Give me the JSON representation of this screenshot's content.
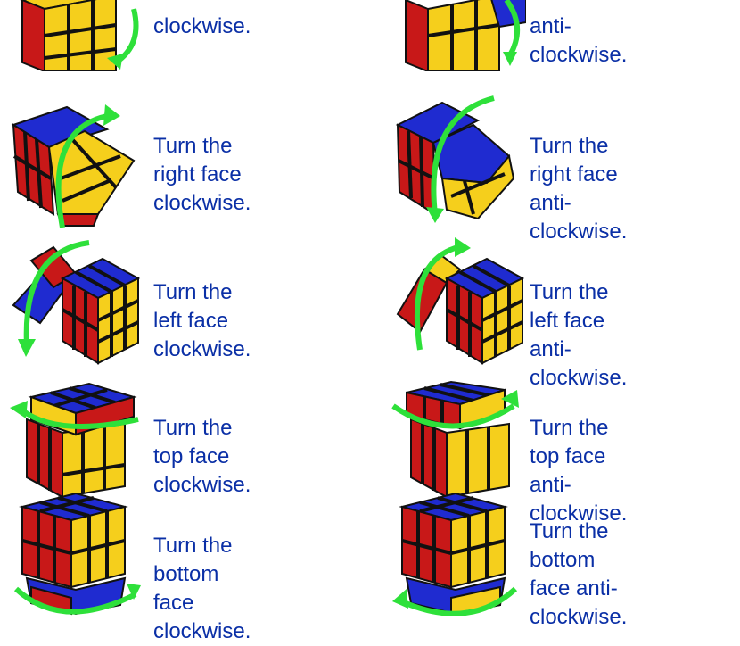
{
  "colors": {
    "text": "#0a2fa6",
    "arrow": "#2ee03a",
    "cube_red": "#c81818",
    "cube_yellow": "#f5cf1c",
    "cube_blue": "#1f2bd0",
    "cube_edge": "#111111"
  },
  "moves": [
    {
      "caption": "clockwise.",
      "icon": "rubiks-cube-front-clockwise-icon"
    },
    {
      "caption": "anti-clockwise.",
      "icon": "rubiks-cube-front-anticlockwise-icon"
    },
    {
      "caption": "Turn the right face\nclockwise.",
      "icon": "rubiks-cube-right-clockwise-icon"
    },
    {
      "caption": "Turn the right face\nanti-clockwise.",
      "icon": "rubiks-cube-right-anticlockwise-icon"
    },
    {
      "caption": "Turn the left face\nclockwise.",
      "icon": "rubiks-cube-left-clockwise-icon"
    },
    {
      "caption": "Turn the left face\nanti-clockwise.",
      "icon": "rubiks-cube-left-anticlockwise-icon"
    },
    {
      "caption": "Turn the top face\nclockwise.",
      "icon": "rubiks-cube-top-clockwise-icon"
    },
    {
      "caption": "Turn the top face\nanti-clockwise.",
      "icon": "rubiks-cube-top-anticlockwise-icon"
    },
    {
      "caption": "Turn the bottom face\nclockwise.",
      "icon": "rubiks-cube-bottom-clockwise-icon"
    },
    {
      "caption": "Turn the bottom\nface anti-\nclockwise.",
      "icon": "rubiks-cube-bottom-anticlockwise-icon"
    }
  ]
}
